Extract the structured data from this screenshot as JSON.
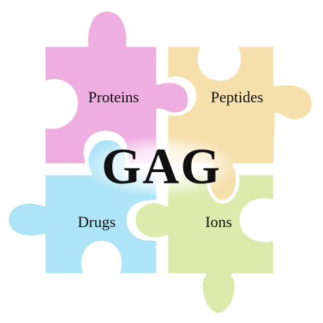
{
  "center_label": "GAG",
  "pieces": [
    {
      "name": "proteins",
      "label": "Proteins",
      "color": "#eeaee0"
    },
    {
      "name": "peptides",
      "label": "Peptides",
      "color": "#f5dfaa"
    },
    {
      "name": "drugs",
      "label": "Drugs",
      "color": "#ade4f7"
    },
    {
      "name": "ions",
      "label": "Ions",
      "color": "#dcebab"
    }
  ]
}
